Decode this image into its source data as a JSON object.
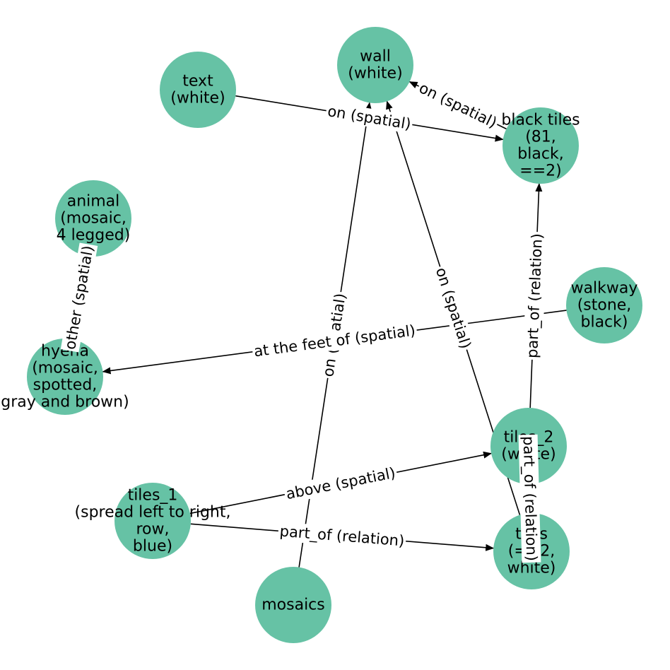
{
  "nodes": [
    {
      "id": "wall",
      "lines": [
        "wall",
        "(white)"
      ]
    },
    {
      "id": "text",
      "lines": [
        "text",
        "(white)"
      ]
    },
    {
      "id": "black_tiles",
      "lines": [
        "black tiles",
        "(81,",
        "black,",
        "==2)"
      ]
    },
    {
      "id": "animal",
      "lines": [
        "animal",
        "(mosaic,",
        "4 legged)"
      ]
    },
    {
      "id": "walkway",
      "lines": [
        "walkway",
        "(stone,",
        "black)"
      ]
    },
    {
      "id": "hyena",
      "lines": [
        "hyena",
        "(mosaic,",
        "spotted,",
        "gray and brown)"
      ]
    },
    {
      "id": "tiles_2",
      "lines": [
        "tiles_2",
        "(white)"
      ]
    },
    {
      "id": "tiles_1",
      "lines": [
        "tiles_1",
        "(spread left to right,",
        "row,",
        "blue)"
      ]
    },
    {
      "id": "tiles",
      "lines": [
        "tiles",
        "(==2,",
        "white)"
      ]
    },
    {
      "id": "mosaics",
      "lines": [
        "mosaics"
      ]
    }
  ],
  "edges": [
    {
      "source": "text",
      "target": "black_tiles",
      "label": "on (spatial)"
    },
    {
      "source": "black_tiles",
      "target": "wall",
      "label": "on (spatial)"
    },
    {
      "source": "mosaics",
      "target": "wall",
      "label": "on (spatial)"
    },
    {
      "source": "tiles",
      "target": "wall",
      "label": "on (spatial)"
    },
    {
      "source": "animal",
      "target": "hyena",
      "label": "other (spatial)"
    },
    {
      "source": "walkway",
      "target": "hyena",
      "label": "at the feet of (spatial)"
    },
    {
      "source": "tiles_2",
      "target": "black_tiles",
      "label": "part_of (relation)"
    },
    {
      "source": "tiles",
      "target": "tiles_2",
      "label": "part_of (relation)"
    },
    {
      "source": "tiles_1",
      "target": "tiles_2",
      "label": "above (spatial)"
    },
    {
      "source": "tiles_1",
      "target": "tiles",
      "label": "part_of (relation)"
    }
  ]
}
